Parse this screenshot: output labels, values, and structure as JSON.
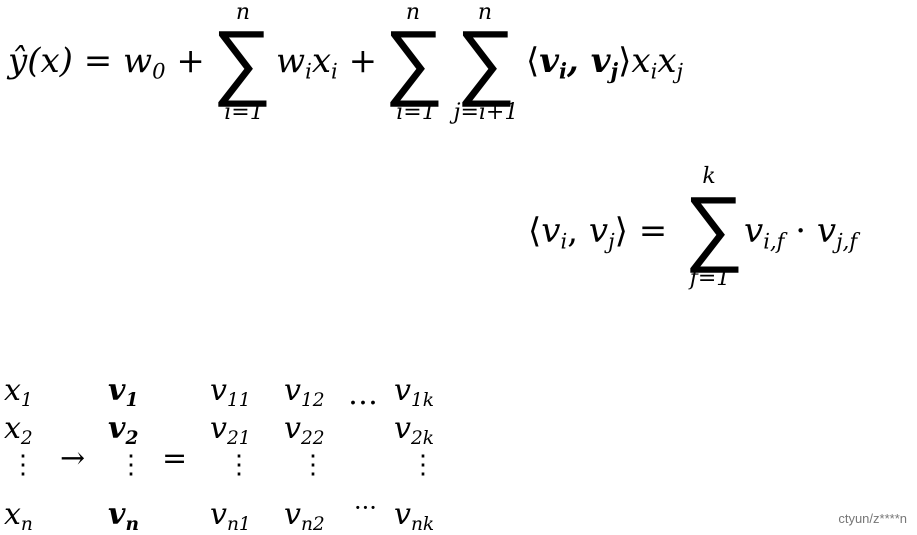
{
  "formula1": {
    "lhs": "ŷ(x) = ",
    "w0": "w",
    "w0_sub": "0",
    "plus1": " + ",
    "sum1_upper": "n",
    "sum1_lower": "i=1",
    "term_w": "w",
    "term_w_sub": "i",
    "term_x": "x",
    "term_x_sub": "i",
    "plus2": " + ",
    "sum2_upper": "n",
    "sum2_lower": "i=1",
    "sum3_upper": "n",
    "sum3_lower": "j=i+1",
    "inner_open": "⟨",
    "inner_v1": "v",
    "inner_v1_sub": "i",
    "inner_comma": ", ",
    "inner_v2": "v",
    "inner_v2_sub": "j",
    "inner_close": "⟩",
    "tail_x1": "x",
    "tail_x1_sub": "i",
    "tail_x2": "x",
    "tail_x2_sub": "j"
  },
  "formula2": {
    "open": "⟨",
    "v1": "v",
    "v1_sub": "i",
    "comma": ", ",
    "v2": "v",
    "v2_sub": "j",
    "close": "⟩ = ",
    "sum_upper": "k",
    "sum_lower": "f=1",
    "t1": "v",
    "t1_sub": "i,f",
    "dot": " · ",
    "t2": "v",
    "t2_sub": "j,f"
  },
  "matrix": {
    "x_col": [
      {
        "base": "x",
        "sub": "1"
      },
      {
        "base": "x",
        "sub": "2"
      },
      {
        "base": "x",
        "sub": "n"
      }
    ],
    "arrow": "→",
    "v_col": [
      {
        "base": "v",
        "sub": "1"
      },
      {
        "base": "v",
        "sub": "2"
      },
      {
        "base": "v",
        "sub": "n"
      }
    ],
    "equals": "=",
    "row1": [
      {
        "base": "v",
        "sub": "11"
      },
      {
        "base": "v",
        "sub": "12"
      },
      {
        "base": "v",
        "sub": "1k"
      }
    ],
    "row2": [
      {
        "base": "v",
        "sub": "21"
      },
      {
        "base": "v",
        "sub": "22"
      },
      {
        "base": "v",
        "sub": "2k"
      }
    ],
    "rown": [
      {
        "base": "v",
        "sub": "n1"
      },
      {
        "base": "v",
        "sub": "n2"
      },
      {
        "base": "v",
        "sub": "nk"
      }
    ],
    "hdots_row1": "…",
    "hdots_rown": "···",
    "vdots": "⋮"
  },
  "watermark": "ctyun/z****n"
}
